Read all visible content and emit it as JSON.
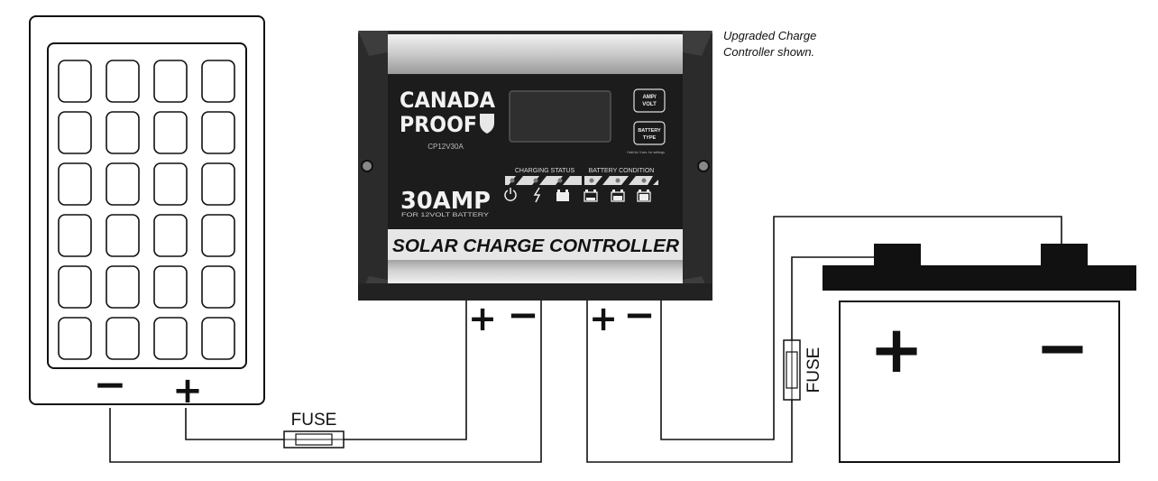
{
  "caption": {
    "line1": "Upgraded Charge",
    "line2": "Controller shown."
  },
  "controller": {
    "brand_line1": "CANADA",
    "brand_line2": "PROOF",
    "model": "CP12V30A",
    "amp_rating": "30AMP",
    "amp_subtitle": "FOR 12VOLT BATTERY",
    "title": "SOLAR CHARGE CONTROLLER",
    "charging_status_label": "CHARGING STATUS",
    "battery_condition_label": "BATTERY CONDITION",
    "button_amp_volt_line1": "AMP/",
    "button_amp_volt_line2": "VOLT",
    "button_battery_type_line1": "BATTERY",
    "button_battery_type_line2": "TYPE",
    "hold_hint": "Hold for 3 sec. for settings",
    "plus_symbol": "+",
    "minus_symbol": "−"
  },
  "fuses": {
    "left_label": "FUSE",
    "right_label": "FUSE"
  },
  "colors": {
    "line": "#111111",
    "controller_body": "#2b2b2b",
    "controller_panel": "#1a1a1a",
    "controller_rail": "#cfcfcf"
  }
}
